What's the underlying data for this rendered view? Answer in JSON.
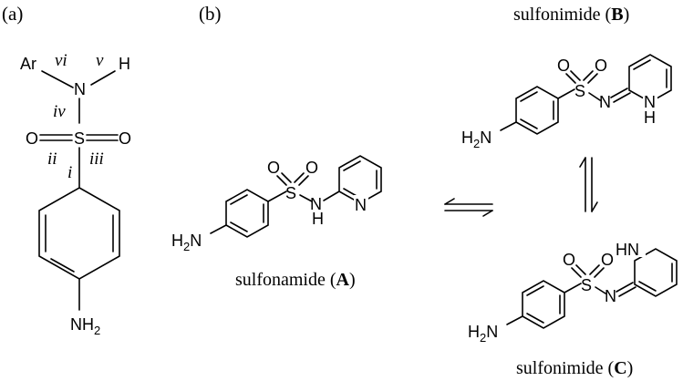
{
  "panels": {
    "a": "(a)",
    "b": "(b)"
  },
  "atoms": {
    "ar": "Ar",
    "h": "H",
    "n": "N",
    "s": "S",
    "o": "O",
    "nh2_n": "NH",
    "nh2_sub": "2",
    "h2n_h": "H",
    "h2n_sub": "2",
    "h2n_n": "N",
    "nh": "N",
    "nh_h": "H",
    "hn": "HN"
  },
  "bond_labels": {
    "i": "i",
    "ii": "ii",
    "iii": "iii",
    "iv": "iv",
    "v": "v",
    "vi": "vi"
  },
  "captions": {
    "A": {
      "text": "sulfonamide (",
      "bold": "A",
      "close": ")"
    },
    "B": {
      "text": "sulfonimide (",
      "bold": "B",
      "close": ")"
    },
    "C": {
      "text": "sulfonimide (",
      "bold": "C",
      "close": ")"
    }
  }
}
